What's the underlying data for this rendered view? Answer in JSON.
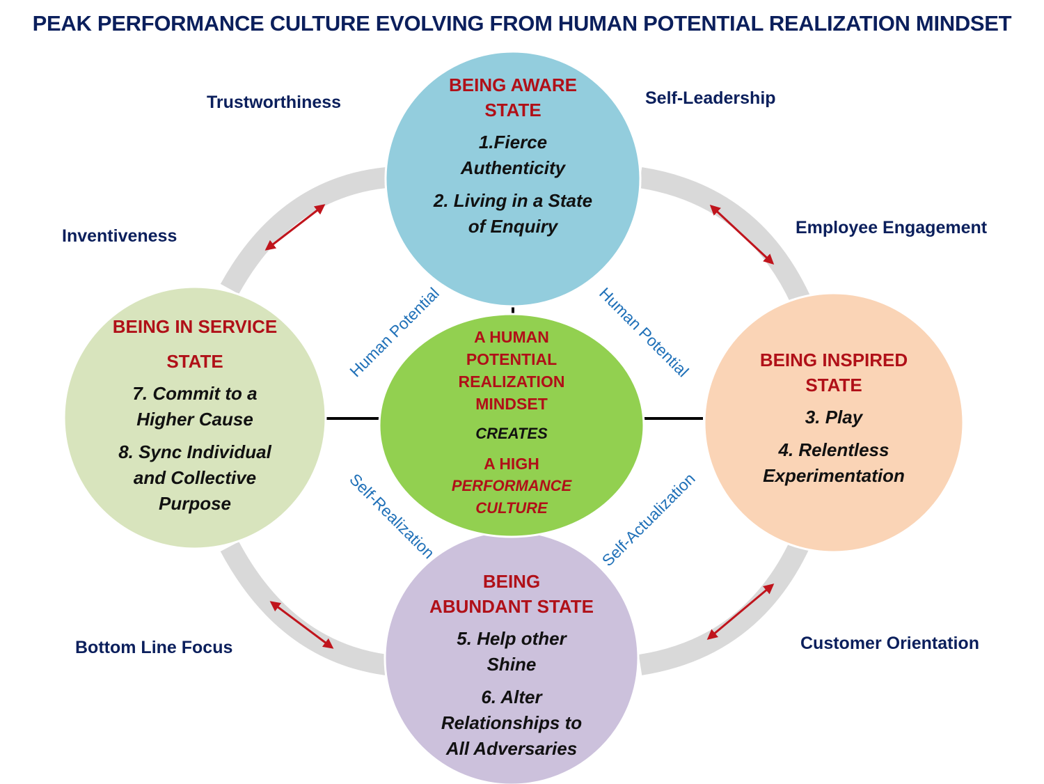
{
  "title": "PEAK PERFORMANCE CULTURE EVOLVING FROM HUMAN POTENTIAL REALIZATION MINDSET",
  "colors": {
    "heading_red": "#b01018",
    "title_navy": "#0b1f5c",
    "connector_blue": "#1f70b8",
    "ring_gray": "#d9d9d9",
    "arrow_red": "#c0141c",
    "top_fill": "#93cddd",
    "right_fill": "#fad4b6",
    "bottom_fill": "#ccc1dc",
    "left_fill": "#d8e4bd",
    "center_fill": "#92d050"
  },
  "corner_labels": {
    "trustworthiness": "Trustworthiness",
    "self_leadership": "Self-Leadership",
    "inventiveness": "Inventiveness",
    "employee_engagement": "Employee Engagement",
    "bottom_line_focus": "Bottom Line Focus",
    "customer_orientation": "Customer Orientation"
  },
  "states": {
    "aware": {
      "heading": [
        "BEING AWARE",
        "STATE"
      ],
      "items": [
        [
          "1.Fierce",
          "Authenticity"
        ],
        [
          "2. Living in a State",
          "of Enquiry"
        ]
      ]
    },
    "inspired": {
      "heading": [
        "BEING INSPIRED",
        "STATE"
      ],
      "items": [
        [
          "3. Play"
        ],
        [
          "4. Relentless",
          "Experimentation"
        ]
      ]
    },
    "abundant": {
      "heading": [
        "BEING",
        "ABUNDANT STATE"
      ],
      "items": [
        [
          "5. Help other",
          "Shine"
        ],
        [
          "6. Alter",
          "Relationships to",
          "All Adversaries"
        ]
      ]
    },
    "service": {
      "heading": [
        "BEING IN SERVICE",
        "STATE"
      ],
      "items": [
        [
          "7. Commit to a",
          "Higher Cause"
        ],
        [
          "8. Sync  Individual",
          "and Collective",
          "Purpose"
        ]
      ]
    }
  },
  "center": {
    "heading": [
      "A HUMAN",
      "POTENTIAL",
      "REALIZATION",
      "MINDSET"
    ],
    "creates": "CREATES",
    "result_heading": "A HIGH",
    "result_italic": [
      "PERFORMANCE",
      "CULTURE"
    ]
  },
  "connectors": {
    "upper_left": "Human Potential",
    "upper_right": "Human Potential",
    "lower_left": "Self-Realization",
    "lower_right": "Self-Actualization"
  }
}
